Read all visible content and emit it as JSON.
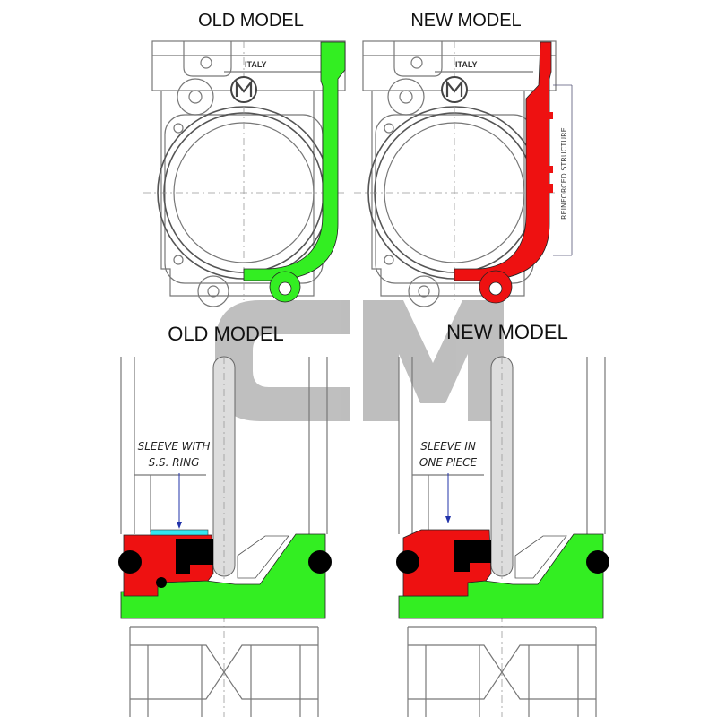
{
  "top": {
    "old_title": "OLD MODEL",
    "new_title": "NEW MODEL",
    "casting_mark": "ITALY",
    "dimension_label": "REINFORCED STRUCTURE"
  },
  "bottom": {
    "old_title": "OLD MODEL",
    "new_title": "NEW MODEL",
    "old_note_line1": "SLEEVE WITH",
    "old_note_line2": "S.S. RING",
    "new_note_line1": "SLEEVE IN",
    "new_note_line2": "ONE PIECE"
  },
  "watermark": "CM",
  "colors": {
    "old_highlight": "#33ee22",
    "new_highlight": "#ee1111",
    "ss_ring": "#33e6f0",
    "insert": "#000000"
  }
}
